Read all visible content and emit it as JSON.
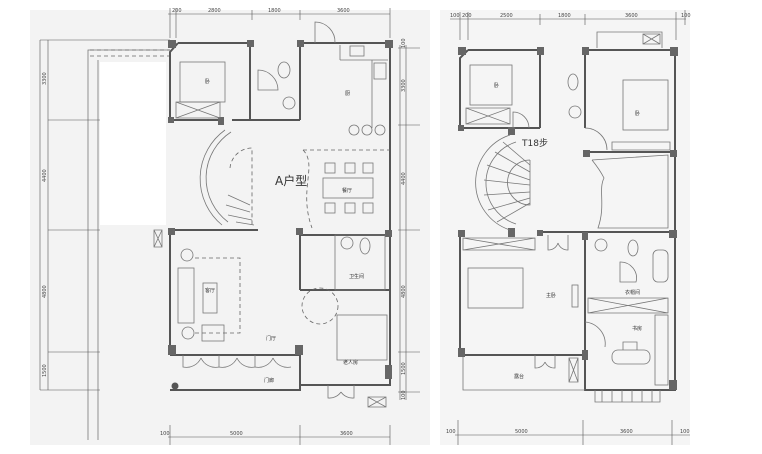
{
  "plan_a": {
    "title": "A户型",
    "rooms": {
      "bedroom": "卧",
      "kitchen": "厨",
      "dining": "餐厅",
      "living": "客厅",
      "foyer": "门厅",
      "porch": "门廊",
      "bathroom": "卫生间",
      "elder_room": "老人房"
    },
    "dims_top": [
      "200",
      "2800",
      "1800",
      "3600"
    ],
    "dims_bottom": [
      "100",
      "5000",
      "3600"
    ],
    "dims_left": [
      "3300",
      "4400",
      "4800",
      "1500"
    ],
    "dims_right": [
      "100",
      "3300",
      "4400",
      "4800",
      "1500",
      "100"
    ]
  },
  "plan_b": {
    "stair_label": "T18步",
    "rooms": {
      "bedroom1": "卧",
      "bedroom2": "卧",
      "master": "主卧",
      "wardrobe": "衣帽间",
      "study": "书房",
      "terrace": "露台"
    },
    "dims_top": [
      "100",
      "200",
      "2500",
      "1800",
      "3600",
      "100"
    ],
    "dims_bottom": [
      "100",
      "5000",
      "3600",
      "100"
    ]
  }
}
